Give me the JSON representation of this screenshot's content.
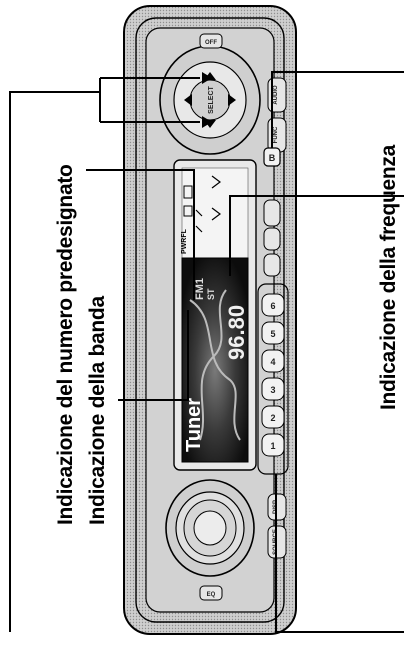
{
  "labels": {
    "preset": "Indicazione del numero predesignato",
    "banda": "Indicazione della banda",
    "frequenza": "Indicazione della frequenza"
  },
  "display": {
    "band": "FM1",
    "stereo": "ST",
    "frequency": "96.80",
    "source": "Tuner",
    "pwrfl": "PWRFL"
  },
  "device": {
    "top_button": "OFF",
    "bottom_button": "EQ",
    "audio_button": "AUDIO",
    "func_button": "FUNC",
    "band_button": "B",
    "select_button": "SELECT",
    "source_button": "SOURCE",
    "disp_button": "DISP",
    "presets": [
      "1",
      "2",
      "3",
      "4",
      "5",
      "6"
    ]
  },
  "colors": {
    "ink": "#000000",
    "body": "#d9d9d9",
    "display": "#111111"
  }
}
